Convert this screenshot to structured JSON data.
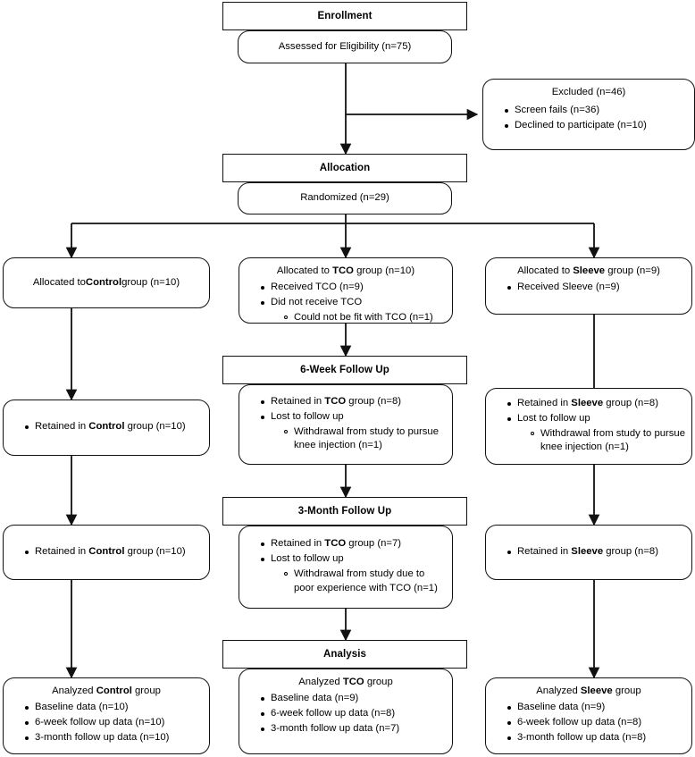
{
  "diagram": {
    "type": "consort-flow-diagram",
    "title": "CONSORT participant flow diagram",
    "line_color": "#111111",
    "background": "#ffffff"
  },
  "stages": {
    "enrollment": "Enrollment",
    "allocation": "Allocation",
    "six_week": "6-Week Follow Up",
    "three_month": "3-Month Follow Up",
    "analysis": "Analysis"
  },
  "nodes": {
    "assessed": {
      "title": "Assessed for Eligibility (n=75)"
    },
    "excluded": {
      "title": "Excluded (n=46)",
      "items": [
        {
          "level": 1,
          "text": "Screen fails (n=36)"
        },
        {
          "level": 1,
          "text": "Declined to participate (n=10)"
        }
      ]
    },
    "randomized": {
      "title": "Randomized (n=29)"
    },
    "alloc_control": {
      "title_html": "Allocated to <b>Control</b> group (n=10)"
    },
    "alloc_tco": {
      "title_html": "Allocated to <b>TCO</b> group (n=10)",
      "items": [
        {
          "level": 1,
          "text": "Received TCO (n=9)"
        },
        {
          "level": 1,
          "text": "Did not receive TCO"
        },
        {
          "level": 2,
          "text": "Could not be fit with TCO (n=1)"
        }
      ]
    },
    "alloc_sleeve": {
      "title_html": "Allocated to <b>Sleeve</b> group (n=9)",
      "items": [
        {
          "level": 1,
          "text": "Received Sleeve (n=9)"
        }
      ]
    },
    "w6_control": {
      "items": [
        {
          "level": 1,
          "html": "Retained in <b>Control</b> group (n=10)"
        }
      ]
    },
    "w6_tco": {
      "items": [
        {
          "level": 1,
          "html": "Retained in <b>TCO</b> group (n=8)"
        },
        {
          "level": 1,
          "html": "Lost to follow up"
        },
        {
          "level": 2,
          "html": "Withdrawal from study to pursue knee injection (n=1)"
        }
      ]
    },
    "w6_sleeve": {
      "items": [
        {
          "level": 1,
          "html": "Retained in <b>Sleeve</b> group (n=8)"
        },
        {
          "level": 1,
          "html": "Lost to follow up"
        },
        {
          "level": 2,
          "html": "Withdrawal from study to pursue knee injection (n=1)"
        }
      ]
    },
    "m3_control": {
      "items": [
        {
          "level": 1,
          "html": "Retained in <b>Control</b> group (n=10)"
        }
      ]
    },
    "m3_tco": {
      "items": [
        {
          "level": 1,
          "html": "Retained in <b>TCO</b> group (n=7)"
        },
        {
          "level": 1,
          "html": "Lost to follow up"
        },
        {
          "level": 2,
          "html": "Withdrawal from study due to poor experience with TCO (n=1)"
        }
      ]
    },
    "m3_sleeve": {
      "items": [
        {
          "level": 1,
          "html": "Retained in <b>Sleeve</b> group (n=8)"
        }
      ]
    },
    "analyzed_control": {
      "title_html": "Analyzed <b>Control</b> group",
      "items": [
        {
          "level": 1,
          "text": "Baseline data (n=10)"
        },
        {
          "level": 1,
          "text": "6-week follow up data (n=10)"
        },
        {
          "level": 1,
          "text": "3-month follow up data (n=10)"
        }
      ]
    },
    "analyzed_tco": {
      "title_html": "Analyzed <b>TCO</b> group",
      "items": [
        {
          "level": 1,
          "text": "Baseline data (n=9)"
        },
        {
          "level": 1,
          "text": "6-week follow up data (n=8)"
        },
        {
          "level": 1,
          "text": "3-month follow up data (n=7)"
        }
      ]
    },
    "analyzed_sleeve": {
      "title_html": "Analyzed <b>Sleeve</b> group",
      "items": [
        {
          "level": 1,
          "text": "Baseline data (n=9)"
        },
        {
          "level": 1,
          "text": "6-week follow up data (n=8)"
        },
        {
          "level": 1,
          "text": "3-month follow up data (n=8)"
        }
      ]
    }
  }
}
